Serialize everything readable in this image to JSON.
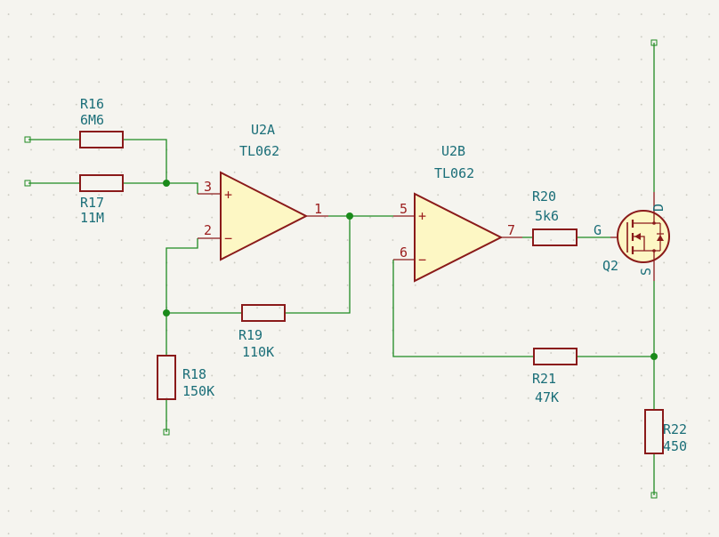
{
  "colors": {
    "background": "#f5f4ef",
    "grid_dot": "#c9c8bf",
    "wire": "#1f8a22",
    "junction": "#1a8a1a",
    "component_outline": "#8a1a1a",
    "component_fill": "#fdf7c4",
    "reference_text": "#1a6e78",
    "pin_text": "#9b1c1c"
  },
  "components": {
    "r16": {
      "ref": "R16",
      "value": "6M6"
    },
    "r17": {
      "ref": "R17",
      "value": "11M"
    },
    "r18": {
      "ref": "R18",
      "value": "150K"
    },
    "r19": {
      "ref": "R19",
      "value": "110K"
    },
    "r20": {
      "ref": "R20",
      "value": "5k6"
    },
    "r21": {
      "ref": "R21",
      "value": "47K"
    },
    "r22": {
      "ref": "R22",
      "value": "450"
    },
    "u2a": {
      "ref": "U2A",
      "value": "TL062",
      "pin_plus": "3",
      "pin_minus": "2",
      "pin_out": "1",
      "plus_sign": "+",
      "minus_sign": "−"
    },
    "u2b": {
      "ref": "U2B",
      "value": "TL062",
      "pin_plus": "5",
      "pin_minus": "6",
      "pin_out": "7",
      "plus_sign": "+",
      "minus_sign": "−"
    },
    "q2": {
      "ref": "Q2",
      "pin_gate": "G",
      "pin_drain": "D",
      "pin_source": "S"
    }
  }
}
